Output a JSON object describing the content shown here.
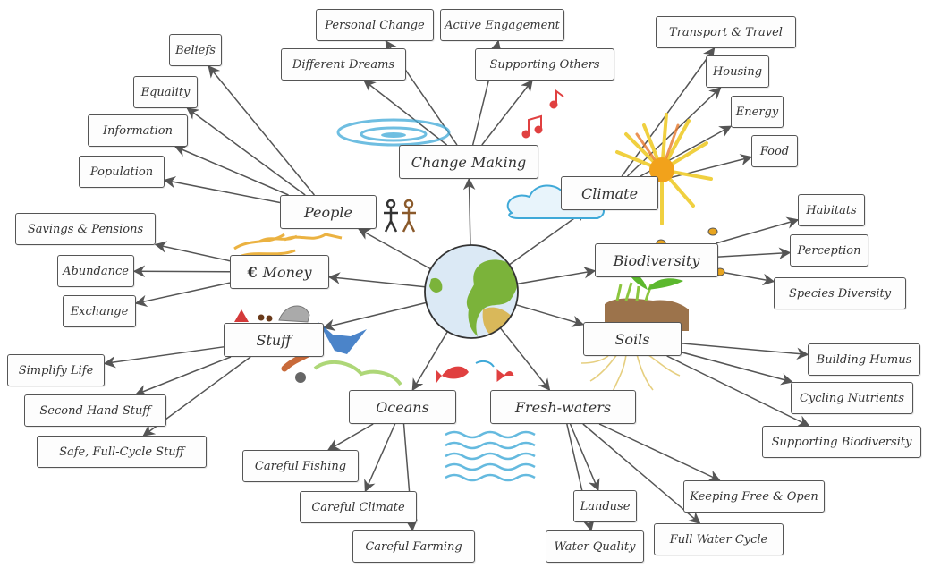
{
  "palette": {
    "line": "#555555",
    "ocean": "#dbe9f5",
    "land": "#7bb33a",
    "sun": "#f2b21b",
    "sunray": "#f0d040",
    "red": "#e04040",
    "water": "#3fa9d8",
    "soil": "#8b5a2b",
    "root": "#e6cf80",
    "grass": "#8cc63f"
  },
  "center": {
    "name": "earth-globe",
    "icon": "globe-icon"
  },
  "hubs": [
    {
      "id": "change-making",
      "label": "Change Making",
      "children": [
        "Personal Change",
        "Active Engagement",
        "Different Dreams",
        "Supporting Others"
      ]
    },
    {
      "id": "climate",
      "label": "Climate",
      "children": [
        "Transport & Travel",
        "Housing",
        "Energy",
        "Food"
      ]
    },
    {
      "id": "biodiversity",
      "label": "Biodiversity",
      "children": [
        "Habitats",
        "Perception",
        "Species Diversity"
      ]
    },
    {
      "id": "soils",
      "label": "Soils",
      "children": [
        "Building Humus",
        "Cycling Nutrients",
        "Supporting Biodiversity"
      ]
    },
    {
      "id": "fresh-waters",
      "label": "Fresh-waters",
      "children": [
        "Landuse",
        "Keeping Free & Open",
        "Water Quality",
        "Full Water Cycle"
      ]
    },
    {
      "id": "oceans",
      "label": "Oceans",
      "children": [
        "Careful Fishing",
        "Careful Climate",
        "Careful Farming"
      ]
    },
    {
      "id": "stuff",
      "label": "Stuff",
      "children": [
        "Simplify Life",
        "Second Hand Stuff",
        "Safe, Full-Cycle Stuff"
      ]
    },
    {
      "id": "money",
      "label": "Money",
      "icon": "euro-icon",
      "icon_glyph": "€",
      "children": [
        "Savings & Pensions",
        "Abundance",
        "Exchange"
      ]
    },
    {
      "id": "people",
      "label": "People",
      "children": [
        "Beliefs",
        "Equality",
        "Information",
        "Population"
      ]
    }
  ]
}
